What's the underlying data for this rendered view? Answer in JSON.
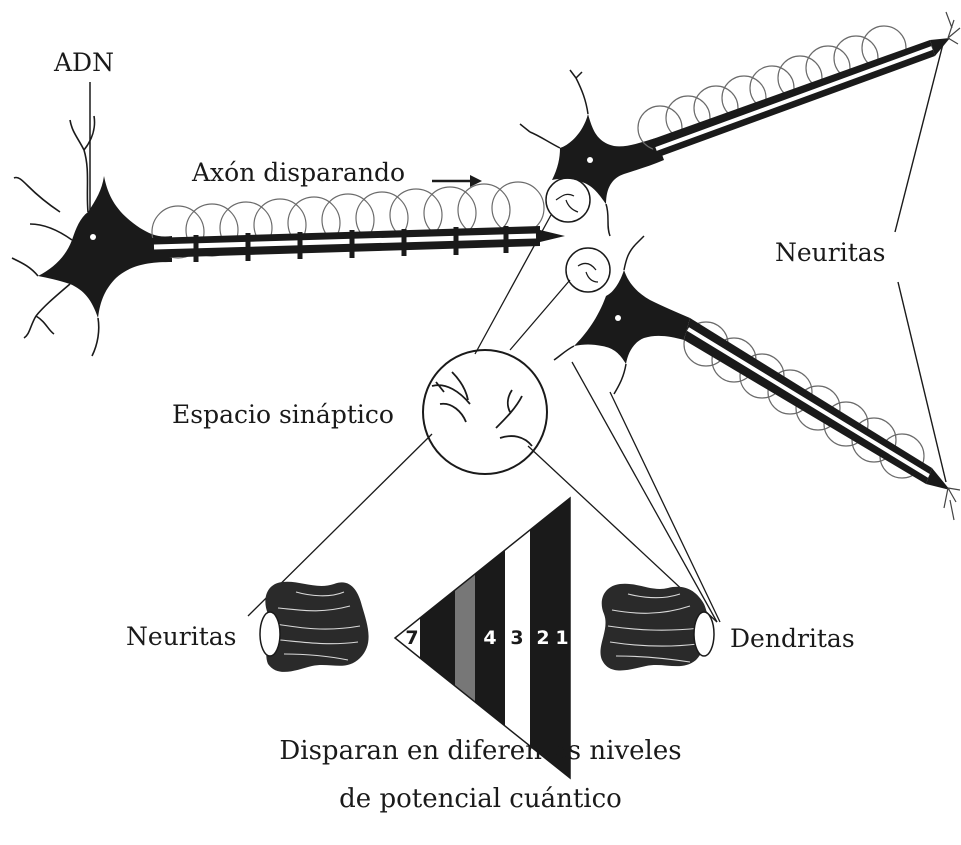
{
  "labels": {
    "adn": "ADN",
    "axon": "Axón disparando",
    "neuritas_right": "Neuritas",
    "espacio": "Espacio sináptico",
    "neuritas_left": "Neuritas",
    "dendritas": "Dendritas"
  },
  "caption": {
    "line1": "Disparan en diferentes niveles",
    "line2": "de potencial cuántico"
  },
  "levels": [
    "7",
    "4",
    "3",
    "2",
    "1"
  ],
  "colors": {
    "ink": "#1a1a1a",
    "background": "#ffffff"
  }
}
